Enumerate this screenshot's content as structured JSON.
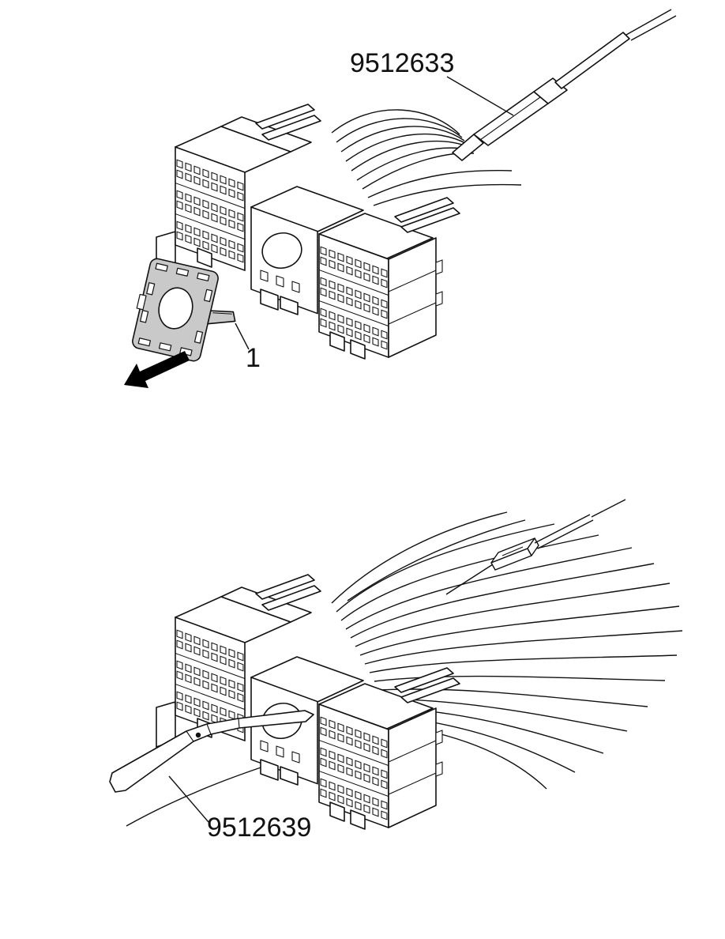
{
  "labels": {
    "top_tool": "9512633",
    "lock_callout": "1",
    "bottom_tool": "9512639"
  },
  "colors": {
    "background": "#ffffff",
    "line": "#111111",
    "gasket": "#c9c9c9",
    "arrow": "#000000"
  }
}
